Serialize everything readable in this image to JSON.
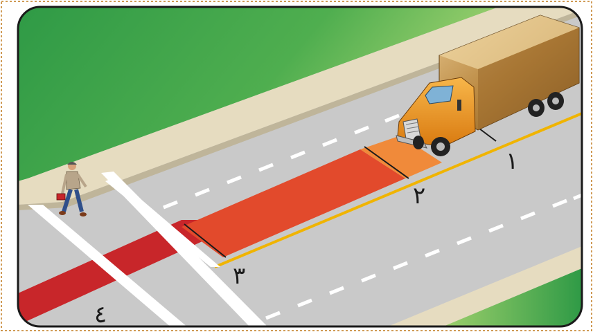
{
  "labels": {
    "one": "١",
    "two": "٢",
    "three": "٣",
    "four": "٤"
  },
  "colors": {
    "outer_dotted_border": "#c07a1e",
    "grass_dark": "#2f9a46",
    "grass_light": "#9ccf6b",
    "sidewalk": "#e6dcc0",
    "road": "#c9c9c9",
    "lane_dash": "#ffffff",
    "center_line": "#f0b400",
    "zone_red": "#d9302a",
    "zone_orange_red": "#e8552f",
    "zone_orange": "#f08a3a",
    "truck_cab": "#f09a1c",
    "truck_box": "#b9873f"
  },
  "icons": [
    "pedestrian-with-red-toolbox",
    "orange-semi-truck"
  ]
}
